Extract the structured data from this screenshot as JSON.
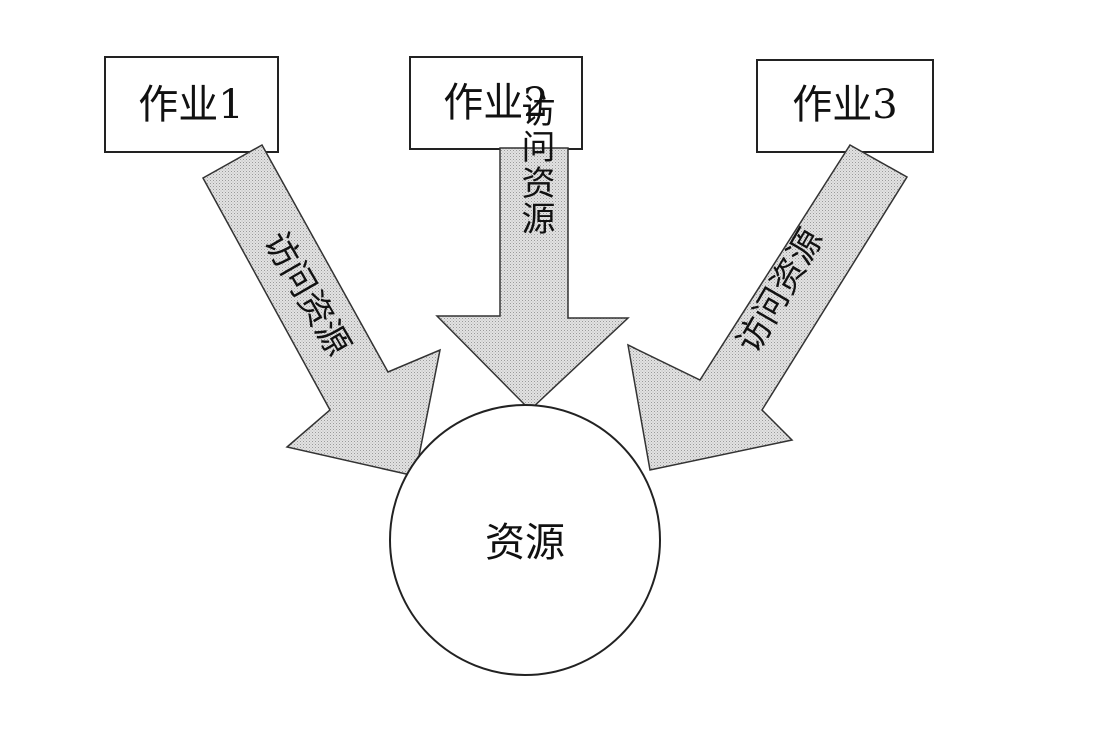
{
  "jobs": [
    {
      "label": "作业1"
    },
    {
      "label": "作业2"
    },
    {
      "label": "作业3"
    }
  ],
  "arrows": [
    {
      "label": "访问资源"
    },
    {
      "label": "访问资源"
    },
    {
      "label": "访问资源"
    }
  ],
  "resource": {
    "label": "资源"
  },
  "colors": {
    "arrow_fill": "#d4d4d4",
    "stroke": "#222222"
  }
}
